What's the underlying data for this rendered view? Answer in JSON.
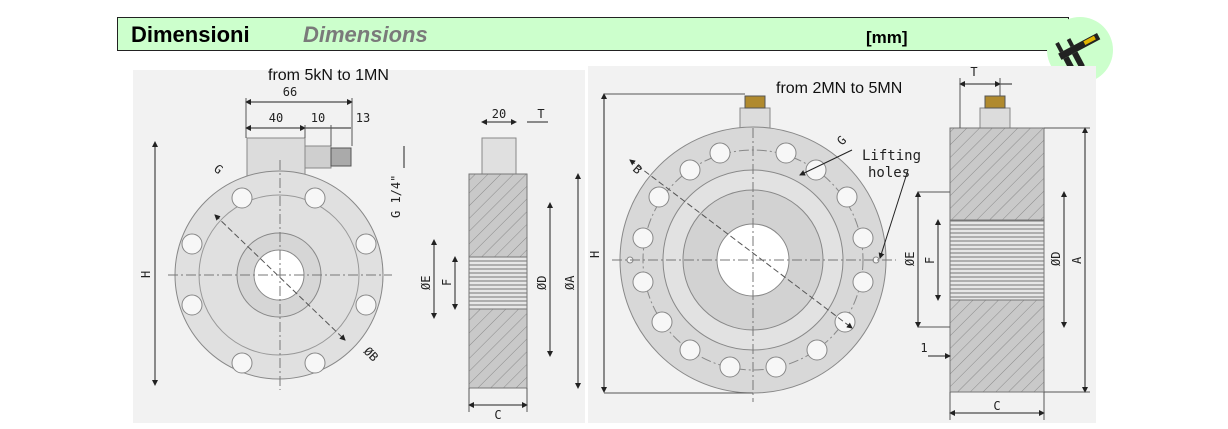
{
  "header": {
    "title_it": "Dimensioni",
    "title_en": "Dimensions",
    "unit": "[mm]"
  },
  "badge": {
    "icon": "caliper-icon",
    "color": "#ccffcc"
  },
  "colors": {
    "panel": "#f2f2f2",
    "header": "#ccffcc",
    "body_fill": "#d0d0d0",
    "line": "#333333"
  },
  "small_cell": {
    "caption": "from 5kN to 1MN",
    "dims": {
      "d66": "66",
      "d40": "40",
      "d10": "10",
      "d13": "13",
      "thread": "G 1/4\"",
      "G": "G",
      "H": "H",
      "B": "ØB",
      "d20": "20",
      "T": "T",
      "E": "ØE",
      "F": "F",
      "D": "ØD",
      "A": "ØA",
      "C": "C"
    }
  },
  "large_cell": {
    "caption": "from 2MN to 5MN",
    "lifting": "Lifting\nholes",
    "dims": {
      "B": "B",
      "G": "G",
      "H": "H",
      "T": "T",
      "E": "ØE",
      "F": "F",
      "D": "ØD",
      "A": "A",
      "C": "C",
      "one": "1"
    }
  }
}
